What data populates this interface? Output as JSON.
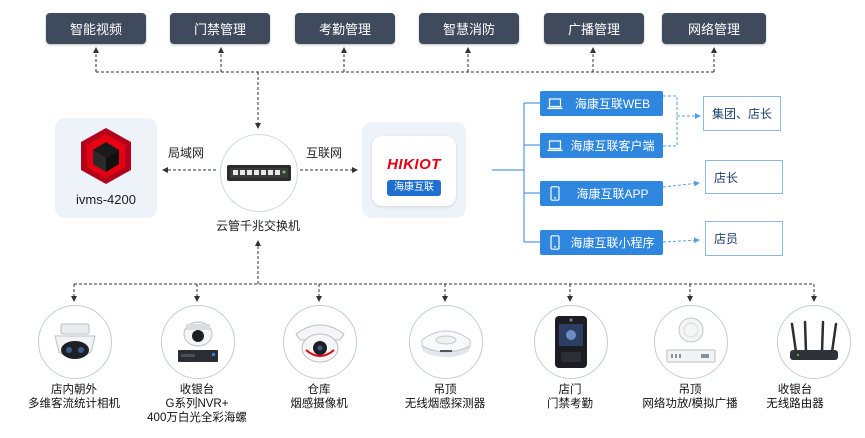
{
  "modules": [
    "智能视频",
    "门禁管理",
    "考勤管理",
    "智慧消防",
    "广播管理",
    "网络管理"
  ],
  "platform": {
    "name": "ivms-4200",
    "lan_label": "局域网",
    "internet_label": "互联网"
  },
  "switch": {
    "label": "云管千兆交换机"
  },
  "cloud_app": {
    "brand": "HIKIOT",
    "name": "海康互联"
  },
  "clients": [
    {
      "label": "海康互联WEB",
      "icon": "laptop-icon"
    },
    {
      "label": "海康互联客户端",
      "icon": "laptop-icon"
    },
    {
      "label": "海康互联APP",
      "icon": "phone-icon"
    },
    {
      "label": "海康互联小程序",
      "icon": "phone-icon"
    }
  ],
  "roles": [
    "集团、店长",
    "店长",
    "店员"
  ],
  "devices": [
    {
      "lines": [
        "店内朝外",
        "多维客流统计相机"
      ],
      "icon": "dome-camera-icon"
    },
    {
      "lines": [
        "收银台",
        "G系列NVR+",
        "400万白光全彩海螺"
      ],
      "icon": "nvr-camera-icon"
    },
    {
      "lines": [
        "仓库",
        "烟感摄像机"
      ],
      "icon": "smoke-camera-icon"
    },
    {
      "lines": [
        "吊顶",
        "无线烟感探测器"
      ],
      "icon": "smoke-detector-icon"
    },
    {
      "lines": [
        "店门",
        "门禁考勤"
      ],
      "icon": "access-terminal-icon"
    },
    {
      "lines": [
        "吊顶",
        "网络功放/模拟广播"
      ],
      "icon": "speaker-amp-icon"
    },
    {
      "lines": [
        "收银台",
        "无线路由器"
      ],
      "icon": "router-icon"
    }
  ],
  "colors": {
    "module_bg": "#3f4a5c",
    "client_bg": "#2e86de",
    "role_border": "#8fb8e6",
    "brand_red": "#e60012",
    "app_badge": "#1f6fd1"
  }
}
